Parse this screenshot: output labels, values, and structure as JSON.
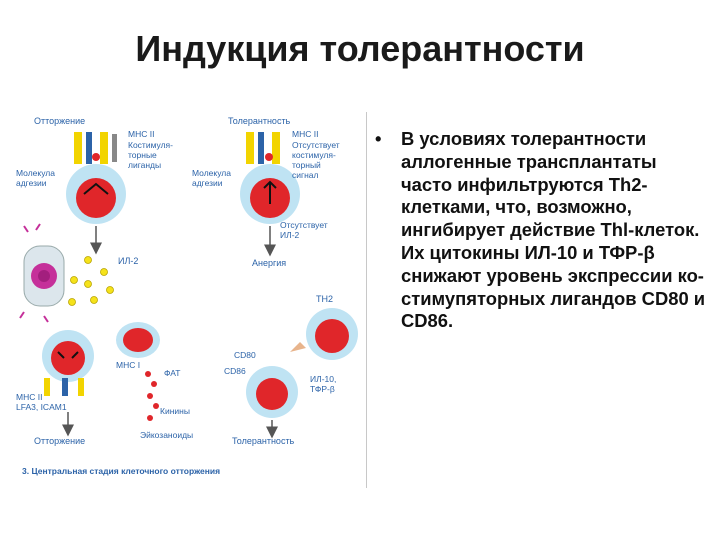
{
  "slide": {
    "title": "Индукция толерантности",
    "bullet": "В условиях толерантности аллогенные трансплантаты часто инфильтруются Th2-клетками, что, возможно, ингибирует действие Thl-клеток. Их цитокины ИЛ-10 и ТФР-β снижают уровень экспрессии ко-стимупяторных лигандов CD80 и CD86."
  },
  "figure": {
    "left_top": {
      "header": "Отторжение",
      "mhc": "MHC II",
      "costim_line1": "Костимуля-",
      "costim_line2": "торные",
      "costim_line3": "лиганды",
      "adhesion_line1": "Молекула",
      "adhesion_line2": "адгезии"
    },
    "right_top": {
      "header": "Толерантность",
      "mhc": "MHC II",
      "absent_line1": "Отсутствует",
      "absent_line2": "костимуля-",
      "absent_line3": "торный",
      "absent_line4": "сигнал",
      "adhesion_line1": "Молекула",
      "adhesion_line2": "адгезии",
      "no_il2_line1": "Отсутствует",
      "no_il2_line2": "ИЛ-2",
      "anergy": "Анергия"
    },
    "middle": {
      "il2": "ИЛ-2"
    },
    "bottom_left": {
      "mhc2": "MHC II",
      "mhc1": "MHC I",
      "lfa": "LFA3, ICAM1",
      "fat": "ФАТ",
      "kinins": "Кинины",
      "eicosanoids": "Эйкозаноиды",
      "rejection": "Отторжение"
    },
    "bottom_right": {
      "th2": "TH2",
      "cd80": "CD80",
      "cd86": "CD86",
      "il10": "ИЛ-10,",
      "tgf": "ТФР-β",
      "tolerance": "Толерантность"
    },
    "caption": "3. Центральная стадия клеточного отторжения"
  },
  "colors": {
    "cell_blue": "#bfe3f3",
    "cell_red": "#e0262a",
    "text_blue": "#2c63a8",
    "yellow": "#f2d400",
    "purple": "#c5309a"
  }
}
